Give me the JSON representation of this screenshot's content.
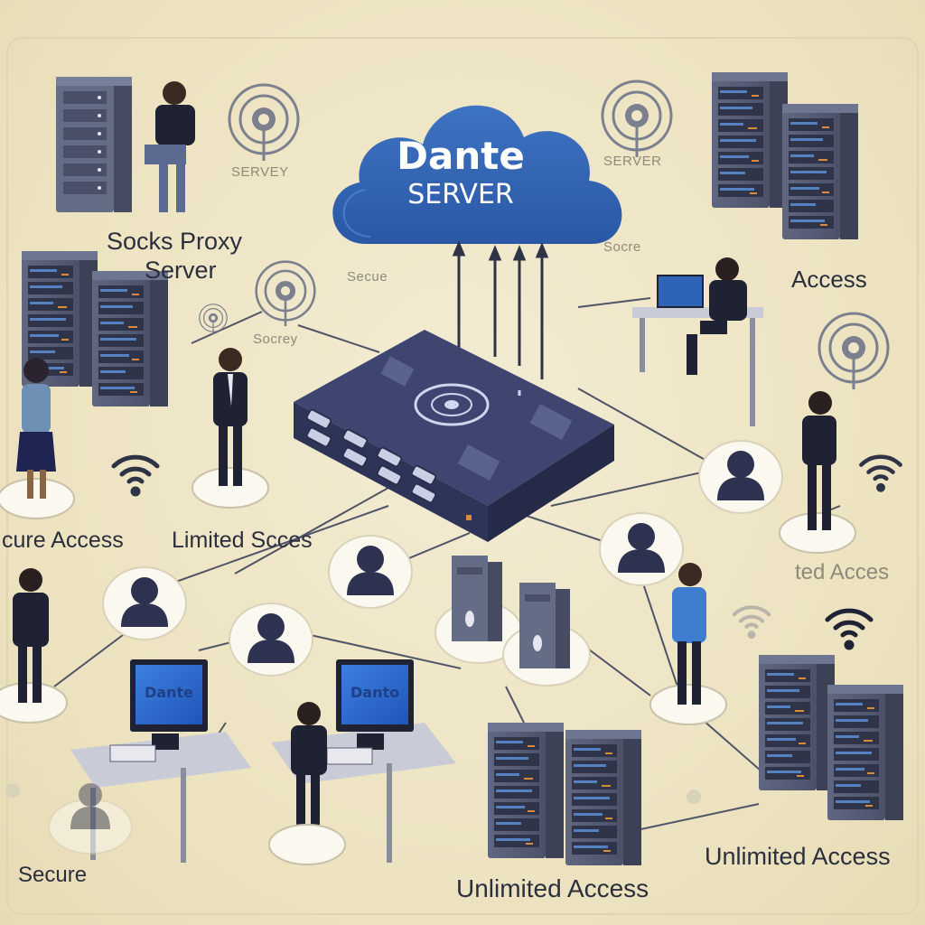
{
  "cloud": {
    "title": "Dante",
    "subtitle": "SERVER"
  },
  "labels": {
    "socks_proxy_line1": "Socks Proxy",
    "socks_proxy_line2": "Server",
    "servey": "SERVEY",
    "server": "SERVER",
    "socrey": "Socrey",
    "secure_faint": "Secue",
    "socre_faint": "Socre",
    "access": "Access",
    "secure_access": "cure Access",
    "limited_scces": "Limited Scces",
    "ted_acces": "ted Acces",
    "secure": "Secure",
    "unlimited_access_bottom": "Unlimited Access",
    "unlimited_access_right": "Unlimited Access"
  },
  "monitors": {
    "left": "Dante",
    "right": "Danto"
  },
  "colors": {
    "background": "#efe6c8",
    "cloud": "#2f63b5",
    "device": "#3a4266",
    "rack": "#5a6077",
    "line": "#4a4f63"
  }
}
